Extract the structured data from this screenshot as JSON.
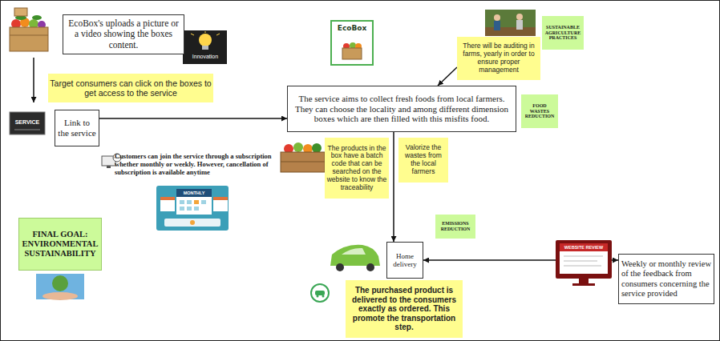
{
  "diagram": {
    "nodes": [
      {
        "text": [
          "EcoBox's uploads a picture or a video showing the boxes content."
        ]
      },
      {
        "text": [
          "EcoBox"
        ]
      },
      {
        "text": [
          "There will be auditing in farms, yearly in order to ensure proper management"
        ]
      },
      {
        "text": [
          "SUSTAINABLE AGRICULTURE PRACTICES"
        ]
      },
      {
        "text": [
          "Target consumers can click on the boxes to get access to the service"
        ]
      },
      {
        "text": [
          "The service aims to collect fresh foods from local farmers. They can choose the locality and among different dimension boxes which are then filled with this misfits food."
        ]
      },
      {
        "text": [
          "FOOD WASTES REDUCTION"
        ]
      },
      {
        "text": [
          "Link to the service"
        ]
      },
      {
        "text": [
          "The products in the box have a batch code that can be searched on the website to know the traceability"
        ]
      },
      {
        "text": [
          "Valorize the wastes from the local farmers"
        ]
      },
      {
        "text": [
          "FINAL GOAL: ENVIRONMENTAL SUSTAINABILITY"
        ]
      },
      {
        "text": [
          "EMISSIONS REDUCTION"
        ]
      },
      {
        "text": [
          "Home delivery"
        ]
      },
      {
        "text": [
          "Weekly or monthly review of the feedback from consumers concerning the service provided"
        ]
      },
      {
        "text": [
          "The purchased product is delivered to the consumers exactly as ordered. This promote the transportation step."
        ]
      }
    ],
    "edges": [
      {
        "from": 7,
        "to": 5,
        "arrow": "to"
      },
      {
        "from": 2,
        "to": 5,
        "arrow": "to"
      },
      {
        "from": 5,
        "to": 12,
        "arrow": "to"
      },
      {
        "from": 12,
        "to": 13,
        "arrow": "both"
      }
    ],
    "labels": [
      "Customers can join the service through a subscription whether monthly or weekly. However, cancellation of subscription is available anytime",
      "Innovation",
      "SERVICE",
      "MONTHLY",
      "WEBSITE REVIEW"
    ]
  }
}
